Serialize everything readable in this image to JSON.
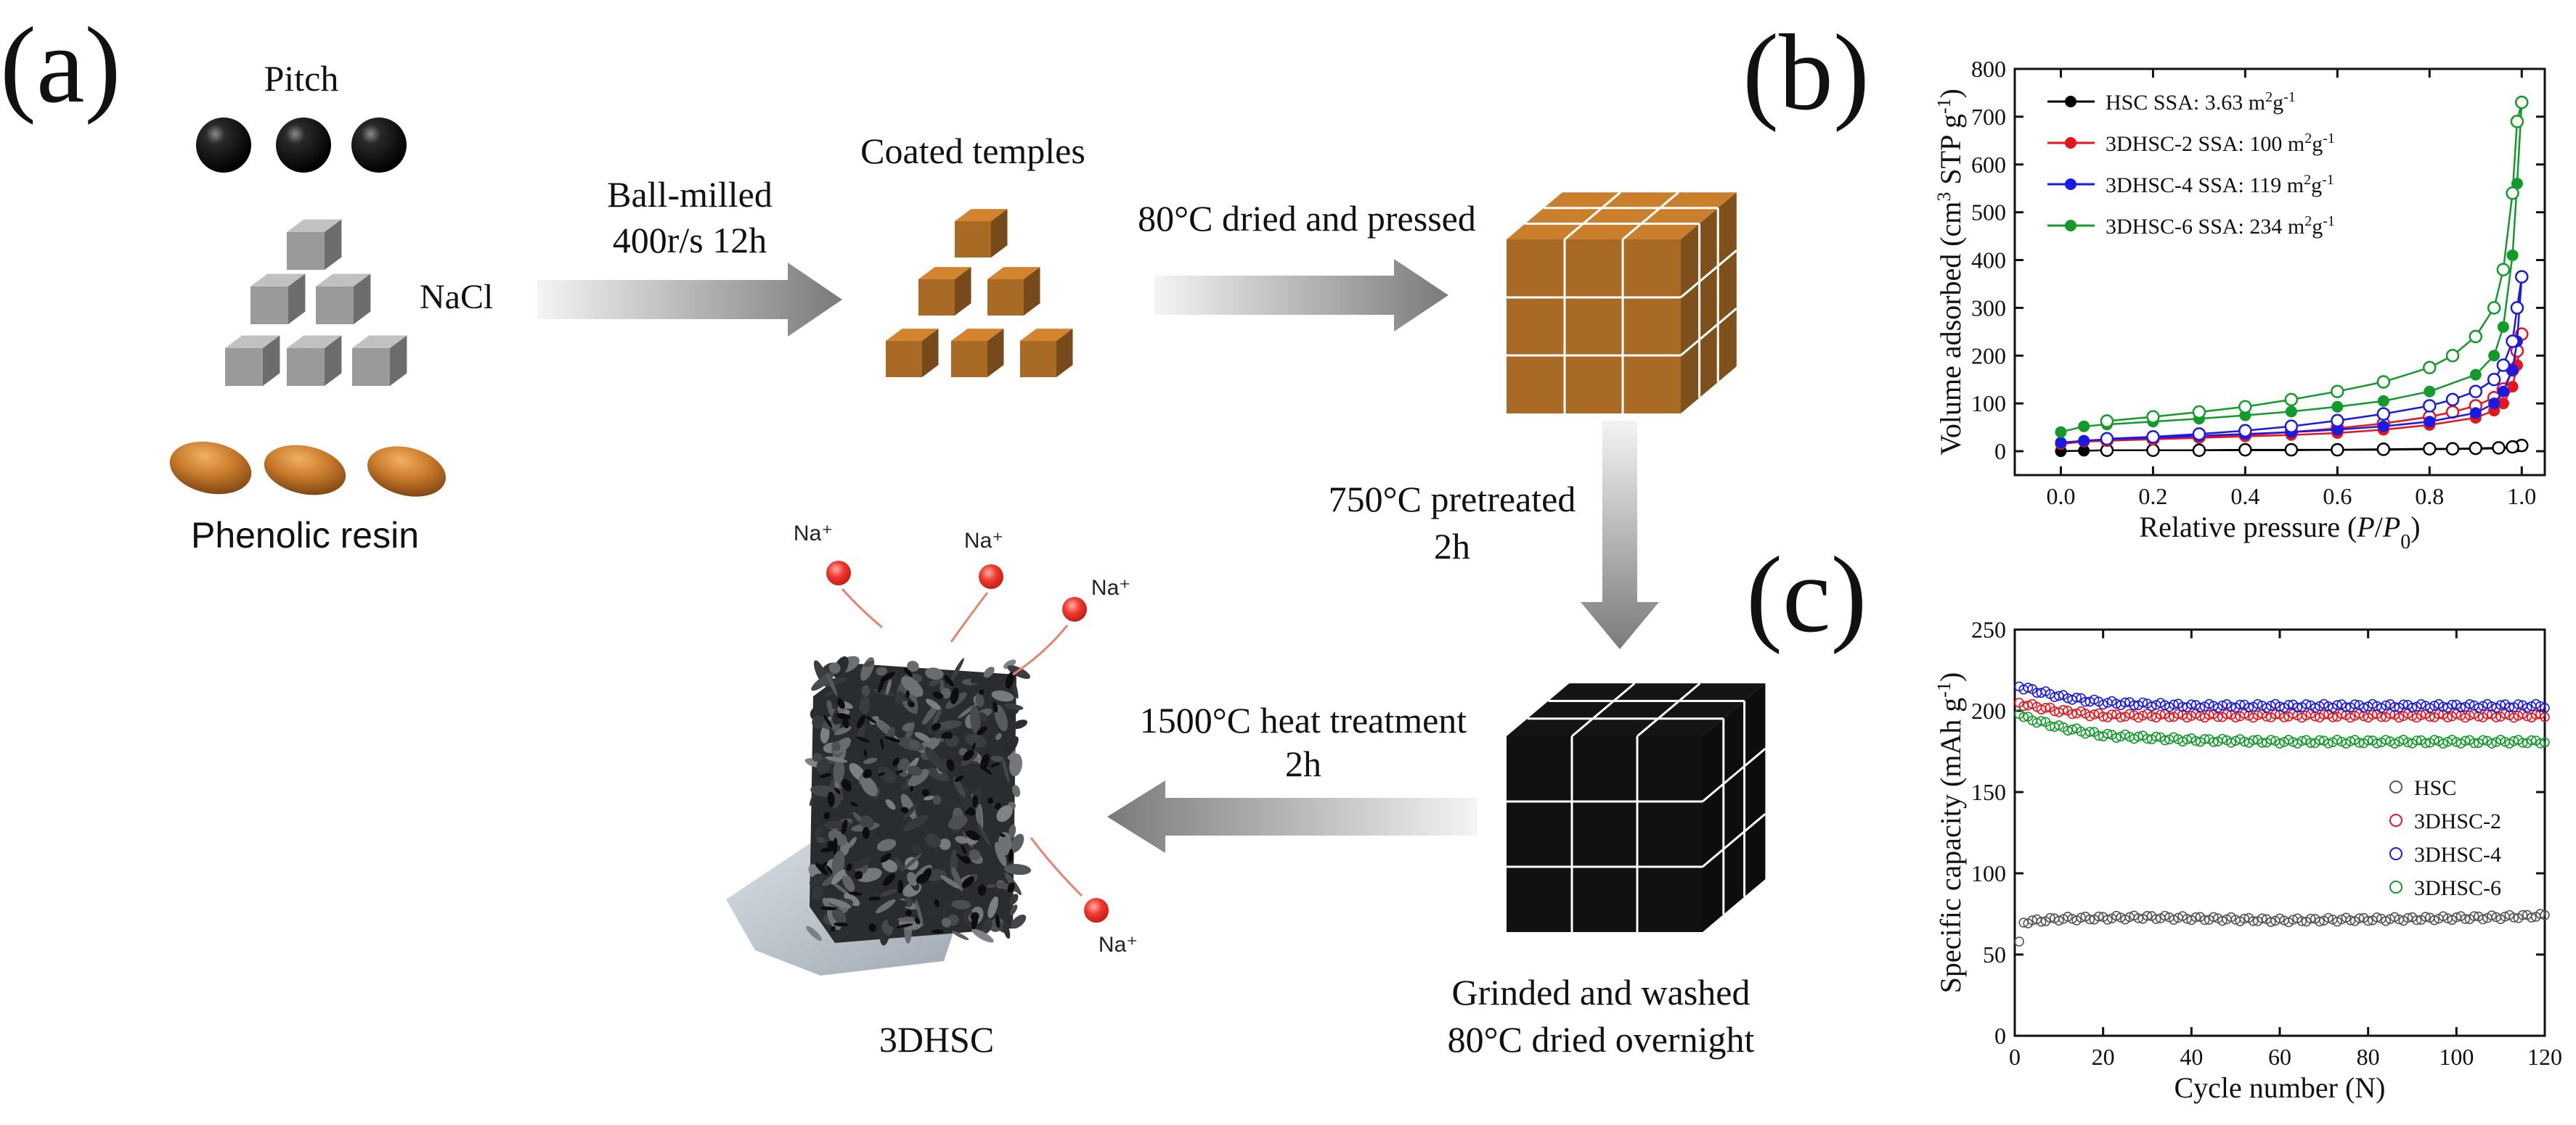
{
  "panels": {
    "a": "(a)",
    "b": "(b)",
    "c": "(c)"
  },
  "scheme": {
    "pitch_label": "Pitch",
    "nacl_label": "NaCl",
    "resin_label": "Phenolic resin",
    "step1_line1": "Ball-milled",
    "step1_line2": "400r/s 12h",
    "coated_label": "Coated temples",
    "step2_label": "80°C dried and pressed",
    "step3_line1": "750°C pretreated",
    "step3_line2": "2h",
    "washed_line1": "Grinded and washed",
    "washed_line2": "80°C dried overnight",
    "step4_line1": "1500°C heat treatment",
    "step4_line2": "2h",
    "product_label": "3DHSC",
    "ion_label": "Na⁺"
  },
  "colors": {
    "pitch": "#0a0a0a",
    "nacl": "#9a9a9a",
    "resin": "#c87a2a",
    "coated": "#a86a25",
    "carbon": "#111111",
    "ion": "#e8322c",
    "hsc": "#000000",
    "dhsc2": "#e8141c",
    "dhsc4": "#1a1ae6",
    "dhsc6": "#129a2a",
    "arrow": "#888888"
  },
  "chart_data": [
    {
      "type": "scatter",
      "panel": "b",
      "xlabel": "Relative pressure (P/P0)",
      "ylabel": "Volume adsorbed (cm3 STP g-1)",
      "xlim": [
        -0.1,
        1.05
      ],
      "ylim": [
        -50,
        800
      ],
      "xticks": [
        0.0,
        0.2,
        0.4,
        0.6,
        0.8,
        1.0
      ],
      "yticks": [
        0,
        100,
        200,
        300,
        400,
        500,
        600,
        700,
        800
      ],
      "xtick_labels": [
        "0.0",
        "0.2",
        "0.4",
        "0.6",
        "0.8",
        "1.0"
      ],
      "ytick_labels": [
        "0",
        "100",
        "200",
        "300",
        "400",
        "500",
        "600",
        "700",
        "800"
      ],
      "legend": "top-left",
      "series": [
        {
          "name": "HSC SSA: 3.63 m2g-1",
          "color": "#000000",
          "adsorption": [
            [
              0.0,
              0
            ],
            [
              0.05,
              1
            ],
            [
              0.1,
              2
            ],
            [
              0.2,
              2
            ],
            [
              0.3,
              2
            ],
            [
              0.4,
              2
            ],
            [
              0.5,
              2
            ],
            [
              0.6,
              3
            ],
            [
              0.7,
              3
            ],
            [
              0.8,
              4
            ],
            [
              0.9,
              5
            ],
            [
              0.95,
              6
            ],
            [
              0.98,
              8
            ],
            [
              0.99,
              10
            ],
            [
              1.0,
              12
            ]
          ],
          "desorption": [
            [
              1.0,
              12
            ],
            [
              0.98,
              9
            ],
            [
              0.95,
              7
            ],
            [
              0.9,
              6
            ],
            [
              0.85,
              5
            ],
            [
              0.8,
              5
            ],
            [
              0.7,
              4
            ],
            [
              0.6,
              3
            ],
            [
              0.5,
              3
            ],
            [
              0.4,
              3
            ],
            [
              0.3,
              2
            ],
            [
              0.2,
              2
            ],
            [
              0.1,
              2
            ]
          ]
        },
        {
          "name": "3DHSC-2 SSA: 100 m2g-1",
          "color": "#e8141c",
          "adsorption": [
            [
              0.0,
              15
            ],
            [
              0.05,
              20
            ],
            [
              0.1,
              22
            ],
            [
              0.2,
              25
            ],
            [
              0.3,
              28
            ],
            [
              0.4,
              31
            ],
            [
              0.5,
              34
            ],
            [
              0.6,
              38
            ],
            [
              0.7,
              45
            ],
            [
              0.8,
              55
            ],
            [
              0.9,
              70
            ],
            [
              0.94,
              85
            ],
            [
              0.96,
              100
            ],
            [
              0.98,
              135
            ],
            [
              0.99,
              180
            ],
            [
              1.0,
              245
            ]
          ],
          "desorption": [
            [
              1.0,
              245
            ],
            [
              0.99,
              210
            ],
            [
              0.98,
              170
            ],
            [
              0.96,
              130
            ],
            [
              0.94,
              112
            ],
            [
              0.9,
              95
            ],
            [
              0.85,
              82
            ],
            [
              0.8,
              72
            ],
            [
              0.7,
              58
            ],
            [
              0.6,
              48
            ],
            [
              0.5,
              40
            ],
            [
              0.4,
              34
            ],
            [
              0.3,
              30
            ],
            [
              0.2,
              26
            ],
            [
              0.1,
              23
            ]
          ]
        },
        {
          "name": "3DHSC-4 SSA: 119 m2g-1",
          "color": "#1a1ae6",
          "adsorption": [
            [
              0.0,
              18
            ],
            [
              0.05,
              22
            ],
            [
              0.1,
              25
            ],
            [
              0.2,
              28
            ],
            [
              0.3,
              32
            ],
            [
              0.4,
              36
            ],
            [
              0.5,
              40
            ],
            [
              0.6,
              45
            ],
            [
              0.7,
              52
            ],
            [
              0.8,
              62
            ],
            [
              0.9,
              80
            ],
            [
              0.94,
              100
            ],
            [
              0.96,
              125
            ],
            [
              0.98,
              170
            ],
            [
              0.99,
              230
            ],
            [
              1.0,
              365
            ]
          ],
          "desorption": [
            [
              1.0,
              365
            ],
            [
              0.99,
              300
            ],
            [
              0.98,
              230
            ],
            [
              0.96,
              180
            ],
            [
              0.94,
              150
            ],
            [
              0.9,
              125
            ],
            [
              0.85,
              108
            ],
            [
              0.8,
              95
            ],
            [
              0.7,
              78
            ],
            [
              0.6,
              64
            ],
            [
              0.5,
              52
            ],
            [
              0.4,
              43
            ],
            [
              0.3,
              36
            ],
            [
              0.2,
              30
            ],
            [
              0.1,
              26
            ]
          ]
        },
        {
          "name": "3DHSC-6 SSA: 234 m2g-1",
          "color": "#129a2a",
          "adsorption": [
            [
              0.0,
              40
            ],
            [
              0.05,
              52
            ],
            [
              0.1,
              56
            ],
            [
              0.2,
              62
            ],
            [
              0.3,
              68
            ],
            [
              0.4,
              75
            ],
            [
              0.5,
              83
            ],
            [
              0.6,
              93
            ],
            [
              0.7,
              105
            ],
            [
              0.8,
              125
            ],
            [
              0.9,
              160
            ],
            [
              0.94,
              200
            ],
            [
              0.96,
              260
            ],
            [
              0.98,
              410
            ],
            [
              0.99,
              560
            ],
            [
              1.0,
              730
            ]
          ],
          "desorption": [
            [
              1.0,
              730
            ],
            [
              0.99,
              690
            ],
            [
              0.98,
              540
            ],
            [
              0.96,
              380
            ],
            [
              0.94,
              300
            ],
            [
              0.9,
              240
            ],
            [
              0.85,
              200
            ],
            [
              0.8,
              175
            ],
            [
              0.7,
              145
            ],
            [
              0.6,
              125
            ],
            [
              0.5,
              108
            ],
            [
              0.4,
              93
            ],
            [
              0.3,
              82
            ],
            [
              0.2,
              72
            ],
            [
              0.1,
              63
            ]
          ]
        }
      ]
    },
    {
      "type": "scatter",
      "panel": "c",
      "xlabel": "Cycle number (N)",
      "ylabel": "Specific capacity (mAh g-1)",
      "xlim": [
        0,
        120
      ],
      "ylim": [
        0,
        250
      ],
      "xticks": [
        0,
        20,
        40,
        60,
        80,
        100,
        120
      ],
      "yticks": [
        0,
        50,
        100,
        150,
        200,
        250
      ],
      "xtick_labels": [
        "0",
        "20",
        "40",
        "60",
        "80",
        "100",
        "120"
      ],
      "ytick_labels": [
        "0",
        "50",
        "100",
        "150",
        "200",
        "250"
      ],
      "legend": "center-right",
      "series": [
        {
          "name": "HSC",
          "color": "#555555",
          "first": 58,
          "trend": [
            [
              2,
              70
            ],
            [
              10,
              72
            ],
            [
              30,
              73
            ],
            [
              60,
              71
            ],
            [
              90,
              72
            ],
            [
              110,
              73
            ],
            [
              120,
              74
            ]
          ]
        },
        {
          "name": "3DHSC-2",
          "color": "#e8141c",
          "first": 205,
          "trend": [
            [
              2,
              204
            ],
            [
              10,
              200
            ],
            [
              20,
              197
            ],
            [
              40,
              197
            ],
            [
              60,
              197
            ],
            [
              80,
              197
            ],
            [
              100,
              197
            ],
            [
              120,
              197
            ]
          ]
        },
        {
          "name": "3DHSC-4",
          "color": "#1a1ae6",
          "first": 215,
          "trend": [
            [
              2,
              214
            ],
            [
              10,
              209
            ],
            [
              20,
              205
            ],
            [
              40,
              203
            ],
            [
              60,
              203
            ],
            [
              80,
              203
            ],
            [
              100,
              203
            ],
            [
              120,
              203
            ]
          ]
        },
        {
          "name": "3DHSC-6",
          "color": "#129a2a",
          "first": 198,
          "trend": [
            [
              2,
              196
            ],
            [
              10,
              190
            ],
            [
              20,
              185
            ],
            [
              40,
              182
            ],
            [
              60,
              181
            ],
            [
              80,
              181
            ],
            [
              100,
              181
            ],
            [
              120,
              181
            ]
          ]
        }
      ]
    }
  ]
}
